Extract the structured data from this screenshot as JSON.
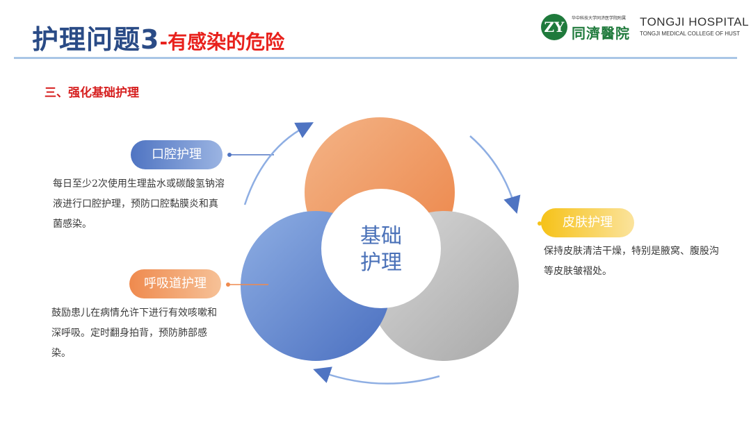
{
  "header": {
    "title_main": "护理问题3",
    "title_sub": "-有感染的危险"
  },
  "logo": {
    "emblem_text": "ZY",
    "small_text": "华中科技大学同济医学院附属",
    "name_cn": "同濟醫院",
    "name_en": "TONGJI HOSPITAL",
    "subtitle_en": "TONGJI MEDICAL COLLEGE OF HUST",
    "color": "#1f7a3c"
  },
  "section_heading": "三、强化基础护理",
  "center": {
    "line1": "基础",
    "line2": "护理"
  },
  "items": {
    "oral": {
      "label": "口腔护理",
      "description": "每日至少2次使用生理盐水或碳酸氢钠溶液进行口腔护理，预防口腔黏膜炎和真菌感染。",
      "color": "#4f74c2"
    },
    "respiratory": {
      "label": "呼吸道护理",
      "description": "鼓励患儿在病情允许下进行有效咳嗽和深呼吸。定时翻身拍背，预防肺部感染。",
      "color": "#ef8a4e"
    },
    "skin": {
      "label": "皮肤护理",
      "description": "保持皮肤清洁干燥，特别是腋窝、腹股沟等皮肤皱褶处。",
      "color": "#f6c218"
    }
  }
}
